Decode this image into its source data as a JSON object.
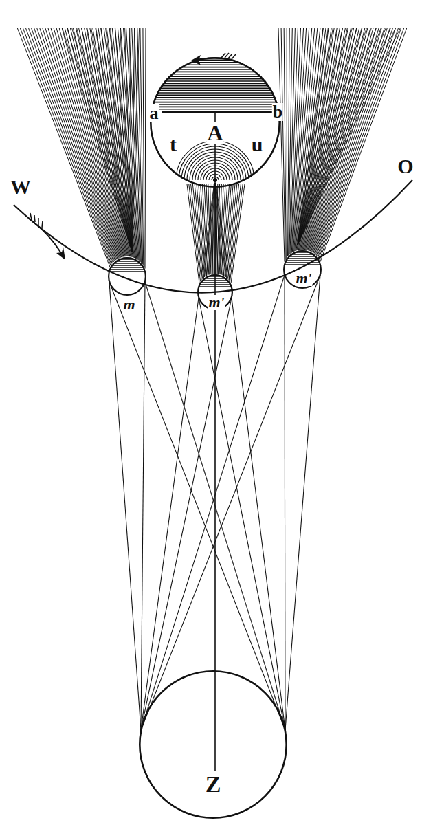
{
  "diagram": {
    "nodes": [
      {
        "text": [
          "a",
          "b",
          "t",
          "A",
          "u"
        ]
      },
      {
        "text": [
          "m"
        ]
      },
      {
        "text": [
          "m'"
        ]
      },
      {
        "text": [
          "m'"
        ]
      },
      {
        "text": [
          "Z"
        ]
      }
    ],
    "labels": [
      "W",
      "O"
    ]
  }
}
